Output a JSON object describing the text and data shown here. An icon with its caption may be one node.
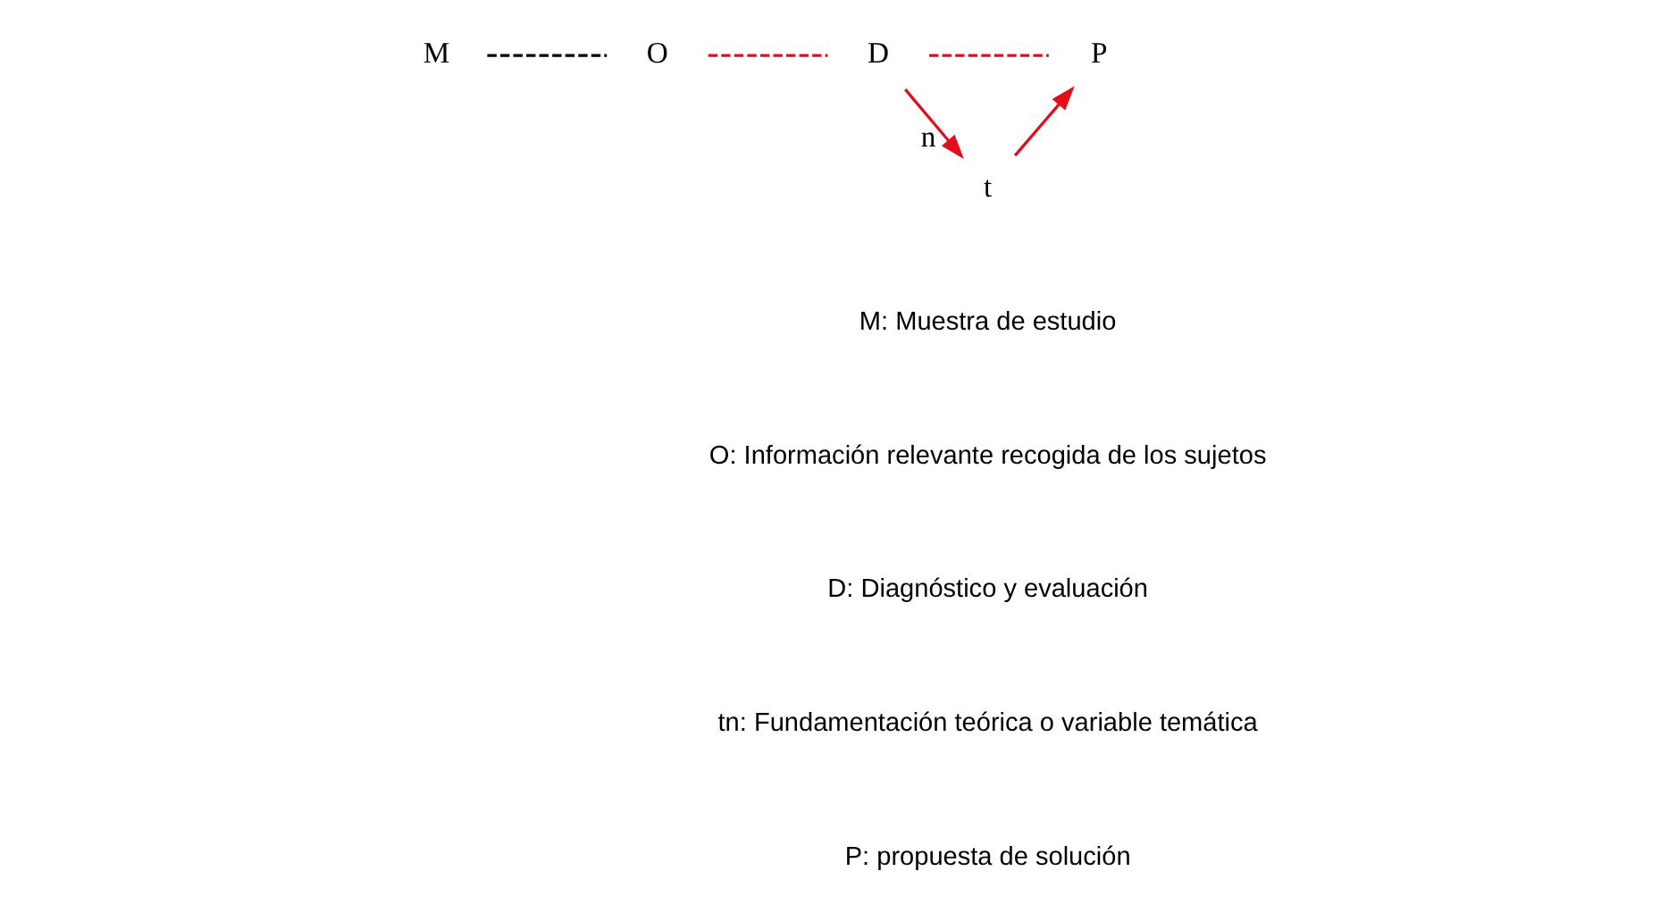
{
  "diagram": {
    "nodes": [
      {
        "text": [
          "M"
        ]
      },
      {
        "text": [
          "O"
        ]
      },
      {
        "text": [
          "D"
        ]
      },
      {
        "text": [
          "P"
        ]
      },
      {
        "text": [
          "t"
        ],
        "beside": [
          "n"
        ]
      }
    ],
    "edges": [
      {
        "from": 0,
        "to": 1,
        "arrow": "none",
        "style": "dashed",
        "color": "#000000"
      },
      {
        "from": 1,
        "to": 2,
        "arrow": "none",
        "style": "dashed"
      },
      {
        "from": 2,
        "to": 3,
        "arrow": "none",
        "style": "dashed"
      },
      {
        "from": 2,
        "to": 4,
        "arrow": "to"
      },
      {
        "from": 4,
        "to": 3,
        "arrow": "to"
      }
    ],
    "labels": [
      "M: Muestra de estudio",
      "O: Información relevante recogida de los sujetos",
      "D: Diagnóstico y evaluación",
      "tn: Fundamentación teórica o variable temática",
      "P: propuesta de solución"
    ]
  }
}
